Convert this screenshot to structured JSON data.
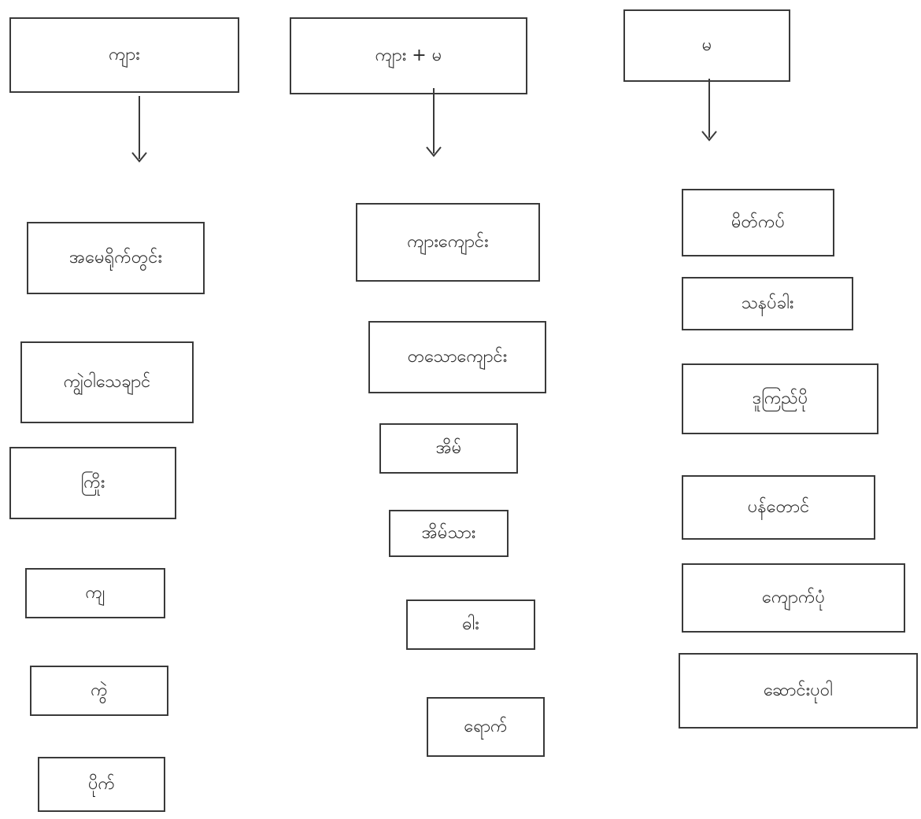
{
  "columns": [
    {
      "header": "ကျား",
      "items": [
        "အမေရိုက်တွင်း",
        "ကျွဲဝါသေချာင်",
        "ကြိုး",
        "ကျ",
        "ကွဲ",
        "ပိုက်"
      ]
    },
    {
      "header": "ကျား + မ",
      "items": [
        "ကျားကျောင်း",
        "တသောကျောင်း",
        "အိမ်",
        "အိမ်သား",
        "ဓါး",
        "ရောက်"
      ]
    },
    {
      "header": "မ",
      "items": [
        "မိတ်ကပ်",
        "သနပ်ခါး",
        "ဒူကြည်ပို",
        "ပန်တောင်",
        "ကျောက်ပုံ",
        "ဆောင်းပုဝါ"
      ]
    }
  ],
  "colors": {
    "ink": "#3a3a3a",
    "paper": "#ffffff"
  }
}
